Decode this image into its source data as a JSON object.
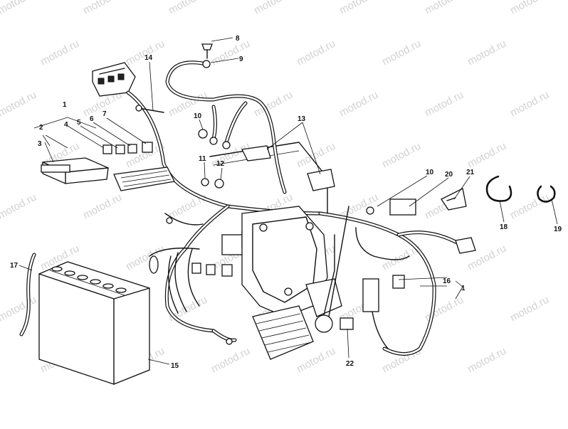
{
  "watermark": {
    "text": "motod.ru",
    "color": "#d2d2d2"
  },
  "callouts": {
    "c1a": "1",
    "c1b": "1",
    "c2": "2",
    "c3": "3",
    "c4": "4",
    "c5": "5",
    "c6": "6",
    "c7": "7",
    "c8": "8",
    "c9": "9",
    "c10a": "10",
    "c10b": "10",
    "c11": "11",
    "c12": "12",
    "c13": "13",
    "c14": "14",
    "c15": "15",
    "c16": "16",
    "c17": "17",
    "c18": "18",
    "c19": "19",
    "c20": "20",
    "c21": "21",
    "c22": "22"
  },
  "parts": [
    "battery",
    "battery-vent-tube",
    "wiring-harness",
    "relay-block",
    "fuse-box",
    "fuses",
    "rectifier-regulator",
    "starter-relay",
    "mounting-bracket",
    "cable-clips",
    "ground-cable",
    "connectors"
  ]
}
